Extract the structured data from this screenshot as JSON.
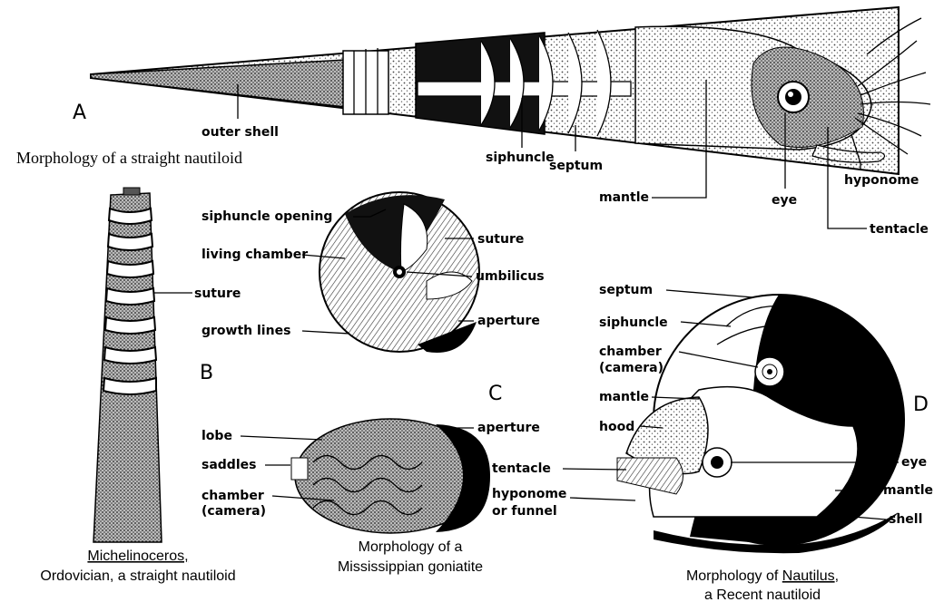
{
  "figure_a": {
    "letter": "A",
    "caption": "Morphology of a straight nautiloid",
    "labels": {
      "outer_shell": "outer shell",
      "siphuncle": "siphuncle",
      "septum": "septum",
      "mantle": "mantle",
      "eye": "eye",
      "hyponome": "hyponome",
      "tentacle": "tentacle"
    }
  },
  "figure_b": {
    "letter": "B",
    "labels": {
      "suture": "suture"
    },
    "caption_line1": "Michelinoceros,",
    "caption_line2": "Ordovician, a straight nautiloid"
  },
  "figure_c": {
    "letter": "C",
    "labels": {
      "siphuncle_opening": "siphuncle opening",
      "living_chamber": "living chamber",
      "growth_lines": "growth lines",
      "suture": "suture",
      "umbilicus": "umbilicus",
      "aperture": "aperture",
      "lobe": "lobe",
      "saddles": "saddles",
      "chamber": "chamber",
      "camera": "(camera)",
      "aperture2": "aperture"
    },
    "caption_line1": "Morphology of a",
    "caption_line2": "Mississippian goniatite"
  },
  "figure_d": {
    "letter": "D",
    "labels": {
      "septum": "septum",
      "siphuncle": "siphuncle",
      "chamber": "chamber",
      "camera": "(camera)",
      "mantle": "mantle",
      "hood": "hood",
      "tentacle": "tentacle",
      "hyponome": "hyponome",
      "or_funnel": "or funnel",
      "eye": "eye",
      "mantle2": "mantle",
      "shell": "shell"
    },
    "caption_line1_pre": "Morphology of ",
    "caption_line1_name": "Nautilus",
    "caption_line1_post": ",",
    "caption_line2": "a Recent nautiloid"
  }
}
